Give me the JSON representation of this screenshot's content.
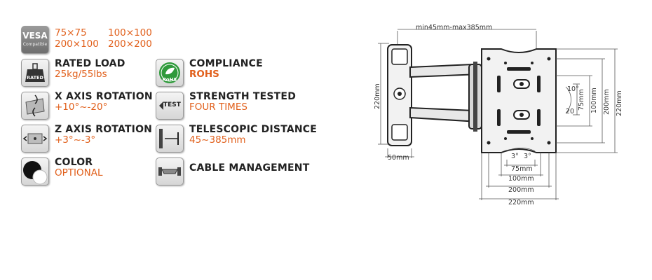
{
  "features": {
    "vesa": {
      "icon_label_top": "VESA",
      "icon_label_bottom": "Compatible",
      "sizes": [
        "75×75",
        "100×100",
        "200×100",
        "200×200"
      ]
    },
    "rated_load": {
      "title": "RATED LOAD",
      "value": "25kg/55lbs",
      "icon_text": "RATED"
    },
    "compliance": {
      "title": "COMPLIANCE",
      "value": "ROHS",
      "icon_text": "RoHS"
    },
    "x_axis": {
      "title": "X AXIS ROTATION",
      "value": "+10°~-20°"
    },
    "strength": {
      "title": "STRENGTH TESTED",
      "value": "FOUR TIMES",
      "icon_text": "TEST"
    },
    "z_axis": {
      "title": "Z AXIS ROTATION",
      "value": "+3°~-3°"
    },
    "telescopic": {
      "title": "TELESCOPIC DISTANCE",
      "value": "45~385mm"
    },
    "color": {
      "title": "COLOR",
      "value": "OPTIONAL"
    },
    "cable": {
      "title": "CABLE MANAGEMENT"
    }
  },
  "diagram": {
    "top_span": "min45mm-max385mm",
    "wall_height": "220mm",
    "wall_width": "50mm",
    "tilt_up": "10°",
    "tilt_down": "20",
    "rot_left": "3°",
    "rot_right": "3°",
    "v75": "75mm",
    "v100": "100mm",
    "v200": "200mm",
    "v220": "220mm",
    "h75": "75mm",
    "h100": "100mm",
    "h200": "200mm",
    "h220": "220mm"
  }
}
